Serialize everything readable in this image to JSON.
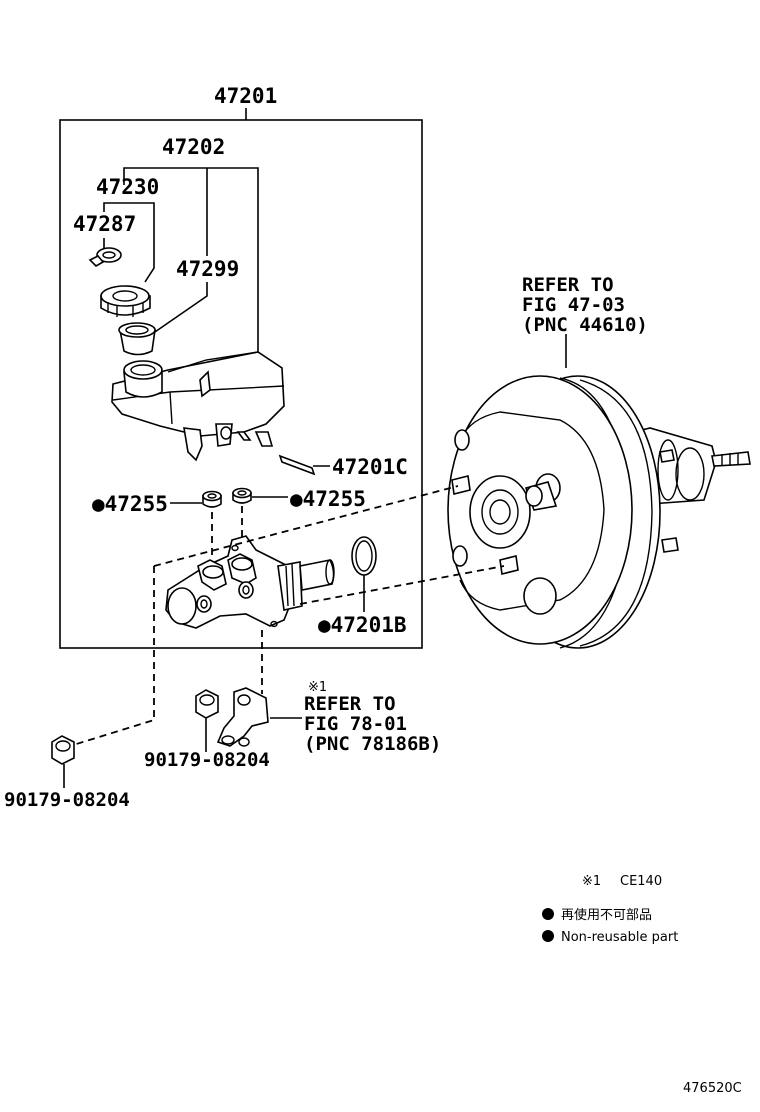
{
  "labels": {
    "assy": "47201",
    "reservoir_sub_assy": "47202",
    "cap_sub_assy": "47230",
    "strainer_clip": "47287",
    "strainer": "47299",
    "pin": "47201C",
    "grommet_left": "●47255",
    "grommet_right": "●47255",
    "o_ring": "●47201B",
    "nut_left": "90179-08204",
    "nut_center": "90179-08204",
    "booster_ref_line1": "REFER TO",
    "booster_ref_line2": "FIG 47-03",
    "booster_ref_line3": "(PNC 44610)",
    "bracket_note_mark": "※1",
    "bracket_ref_line1": "REFER TO",
    "bracket_ref_line2": "FIG 78-01",
    "bracket_ref_line3": "(PNC 78186B)"
  },
  "legend": {
    "note_mark": "※1",
    "note_code": "CE140",
    "non_reusable_jp": "再使用不可部品",
    "non_reusable_en": "Non-reusable part"
  },
  "figure_code": "476520C"
}
